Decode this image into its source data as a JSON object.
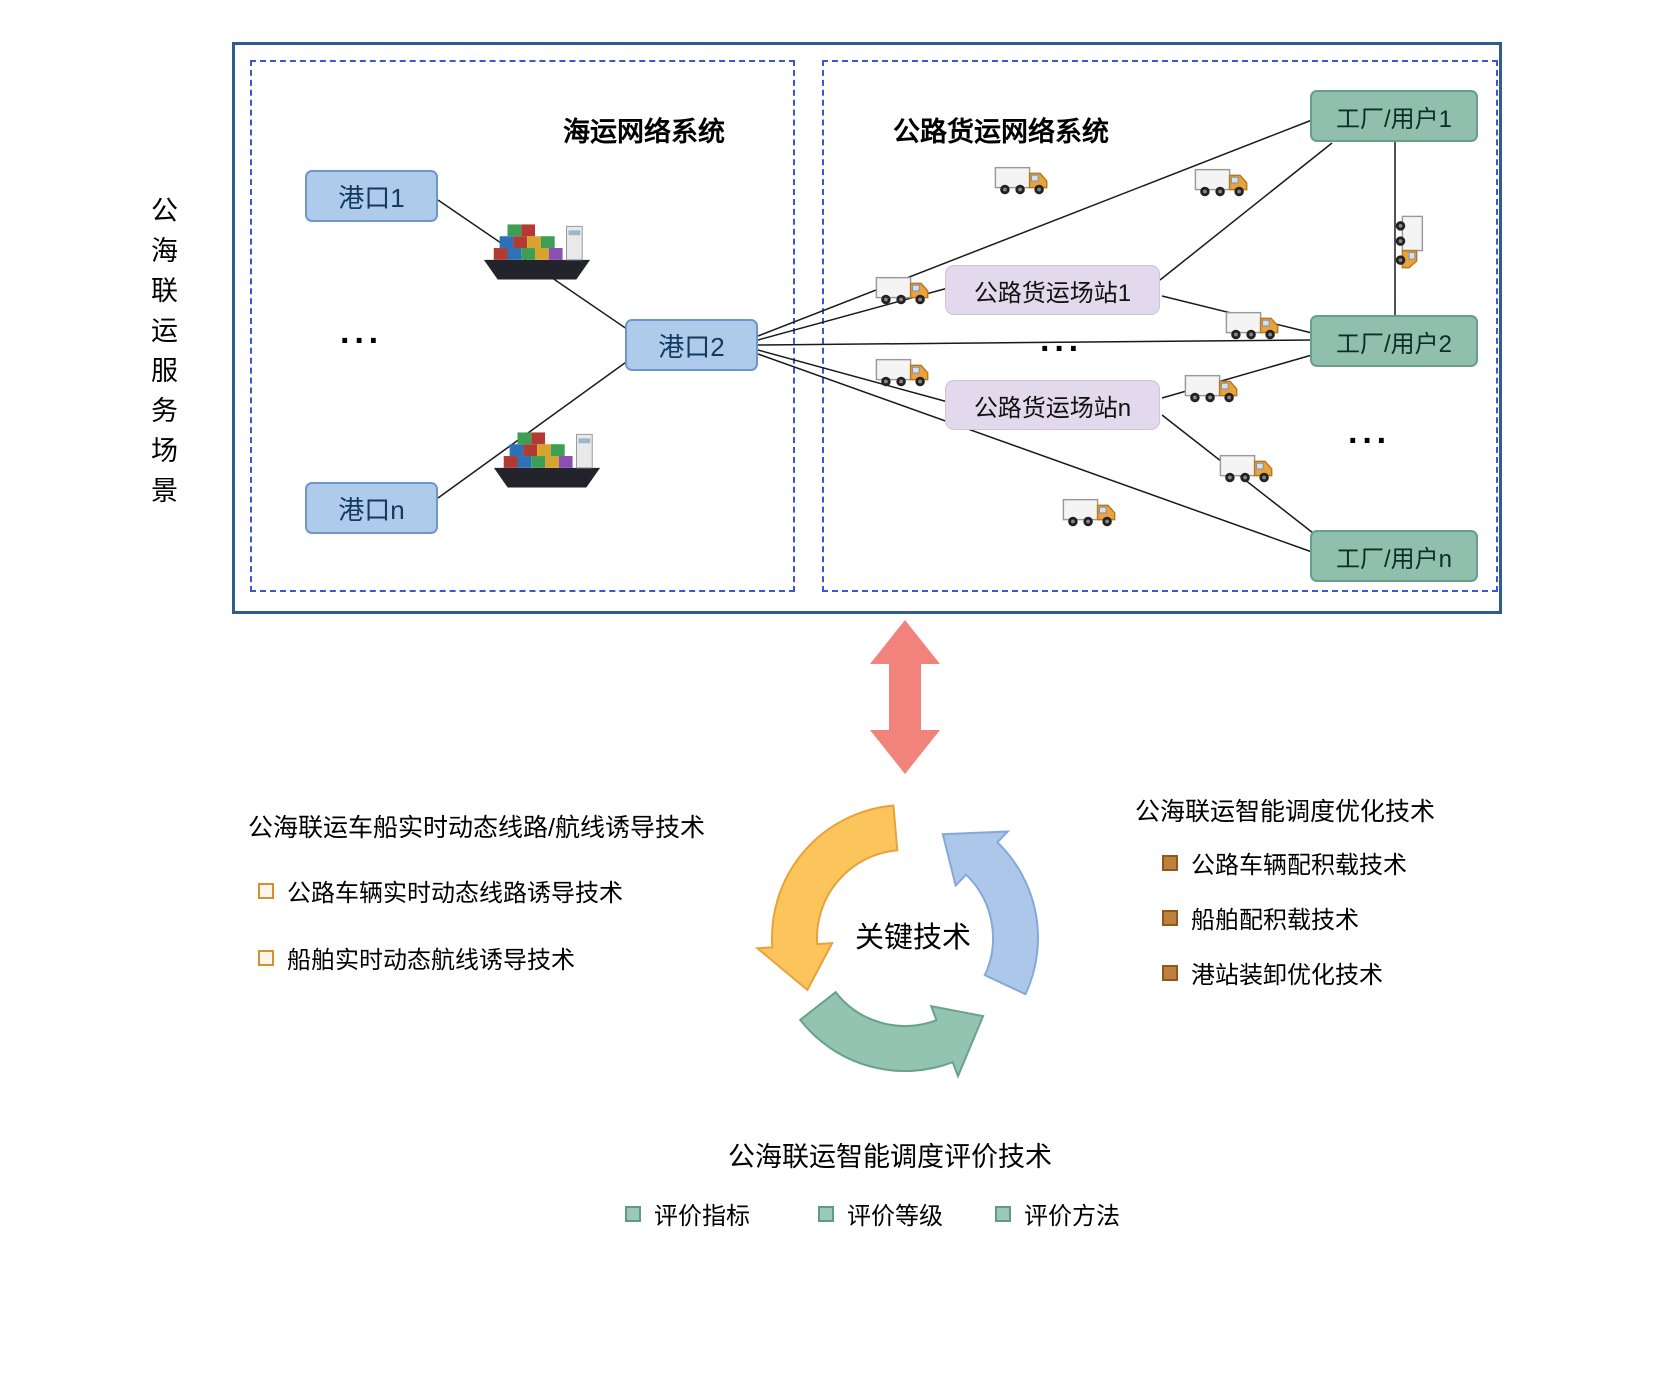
{
  "scene_label": "公海联运服务场景",
  "network_panel": {
    "maritime": {
      "title": "海运网络系统",
      "ports": {
        "port1": "港口1",
        "port2": "港口2",
        "portn": "港口n"
      },
      "ellipsis": "···"
    },
    "road": {
      "title": "公路货运网络系统",
      "stations": {
        "station1": "公路货运场站1",
        "stationn": "公路货运场站n"
      },
      "stations_ellipsis": "···",
      "factories": {
        "factory1": "工厂/用户1",
        "factory2": "工厂/用户2",
        "factoryn": "工厂/用户n"
      },
      "factories_ellipsis": "···"
    }
  },
  "key_tech": {
    "center_label": "关键技术",
    "left": {
      "title": "公海联运车船实时动态线路/航线诱导技术",
      "items": [
        "公路车辆实时动态线路诱导技术",
        "船舶实时动态航线诱导技术"
      ]
    },
    "right": {
      "title": "公海联运智能调度优化技术",
      "items": [
        "公路车辆配积载技术",
        "船舶配积载技术",
        "港站装卸优化技术"
      ]
    },
    "bottom": {
      "title": "公海联运智能调度评价技术",
      "items": [
        "评价指标",
        "评价等级",
        "评价方法"
      ]
    }
  },
  "icons": {
    "truck": "truck-icon",
    "ship": "container-ship-icon",
    "red_arrow": "bidirectional-arrow-icon"
  },
  "colors": {
    "port_box": "#AECBEB",
    "station_box": "#E2D9EC",
    "factory_box": "#90BFAE",
    "outer_border": "#2F5B8E",
    "dashed_border": "#3A57D0",
    "red_arrow": "#F2837C",
    "cycle_yellow": "#FBC55C",
    "cycle_blue": "#ADC7EA",
    "cycle_green": "#93C3B1"
  }
}
